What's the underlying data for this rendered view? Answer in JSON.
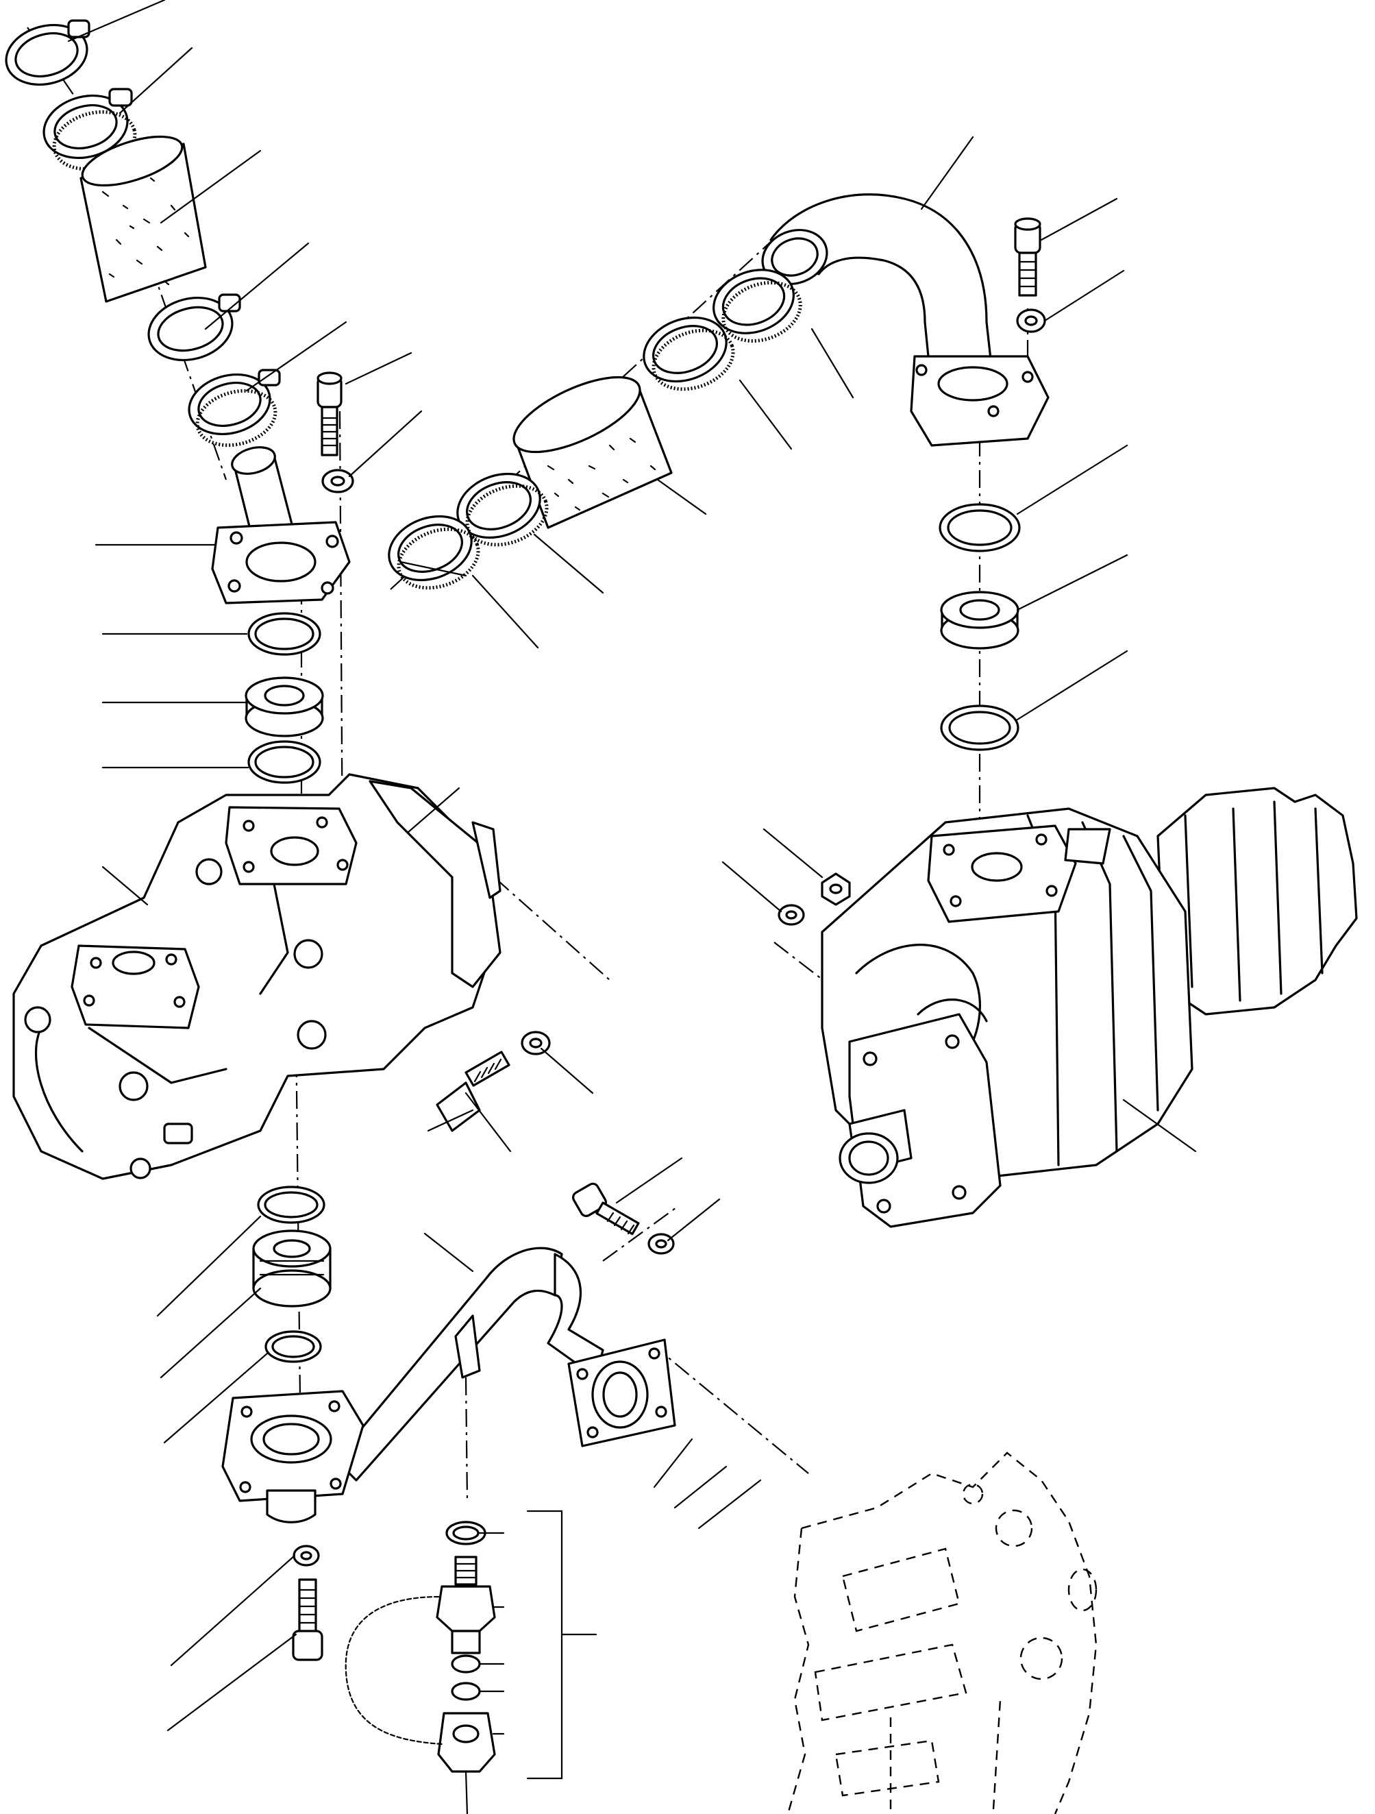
{
  "drawing": {
    "type": "exploded parts diagram",
    "style": "black line art on white",
    "line_color": "#000000",
    "background": "#ffffff",
    "callout_numbers_printed": false
  },
  "assemblies": {
    "left_pump": "hydraulic-gear-pump",
    "right_pump": "hydraulic-gear-pump",
    "lower_right_partial": "control-valve-block (dashed outline)"
  },
  "part_icons": [
    "hose-clamp-icon",
    "hose-icon",
    "flange-elbow-icon",
    "o-ring-icon",
    "spacer-ring-icon",
    "cap-screw-icon",
    "lock-washer-icon",
    "hex-nut-icon",
    "pressure-tube-icon",
    "check-coupler-icon",
    "dust-cap-chain-icon"
  ]
}
